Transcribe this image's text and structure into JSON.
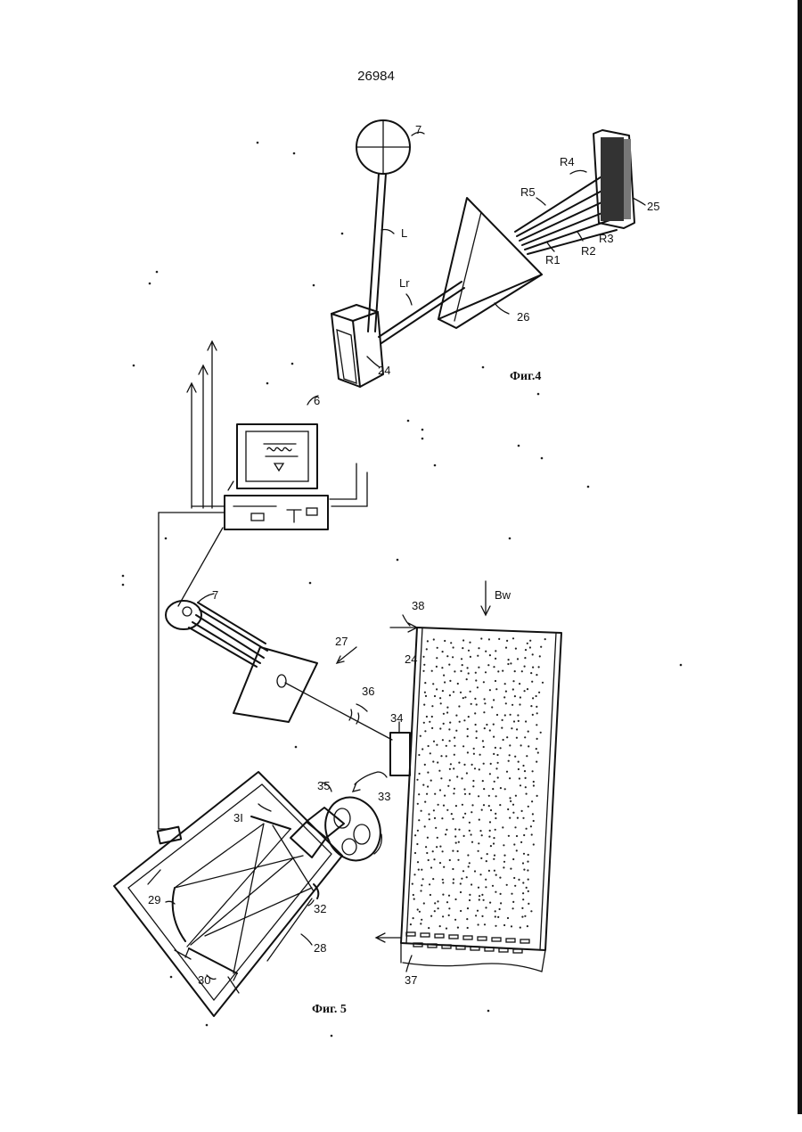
{
  "page_number": "26984",
  "fig4": {
    "caption": "Фиг.4",
    "labels": {
      "l7": "7",
      "lL": "L",
      "lLr": "Lr",
      "l24": "24",
      "l26": "26",
      "l25": "25",
      "lR1": "R1",
      "lR2": "R2",
      "lR3": "R3",
      "lR4": "R4",
      "lR5": "R5"
    }
  },
  "fig5": {
    "caption": "Фиг. 5",
    "labels": {
      "l6": "6",
      "l7": "7",
      "l27": "27",
      "l24": "24",
      "l36": "36",
      "l34": "34",
      "l33": "33",
      "l35": "35",
      "l38": "38",
      "lBw": "Bw",
      "l31": "3I",
      "l29": "29",
      "l32": "32",
      "l28": "28",
      "l30": "30",
      "l37": "37"
    }
  }
}
